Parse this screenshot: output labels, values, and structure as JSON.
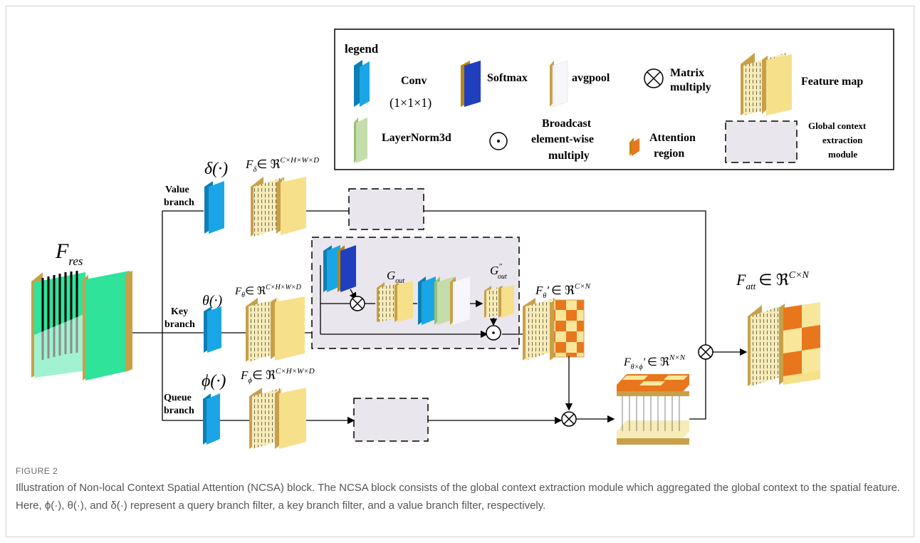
{
  "legend": {
    "title": "legend",
    "conv": "Conv",
    "conv_size": "(1×1×1)",
    "softmax": "Softmax",
    "avgpool": "avgpool",
    "matrix_multiply_1": "Matrix",
    "matrix_multiply_2": "multiply",
    "feature_map": "Feature map",
    "layernorm": "LayerNorm3d",
    "broadcast_1": "Broadcast",
    "broadcast_2": "element-wise",
    "broadcast_3": "multiply",
    "attention_1": "Attention",
    "attention_2": "region",
    "gce_1": "Global context",
    "gce_2": "extraction",
    "gce_3": "module"
  },
  "labels": {
    "f_res": "F",
    "f_res_sub": "res",
    "value_branch_1": "Value",
    "value_branch_2": "branch",
    "key_branch_1": "Key",
    "key_branch_2": "branch",
    "queue_branch_1": "Queue",
    "queue_branch_2": "branch",
    "delta": "δ(·)",
    "theta": "θ(·)",
    "phi": "ϕ(·)",
    "f_delta": "F",
    "f_delta_sub": "δ",
    "f_theta": "F",
    "f_theta_sub": "θ",
    "f_phi": "F",
    "f_phi_sub": "ϕ",
    "in_set": "∈ ℜ",
    "dims_chwd": "C×H×W×D",
    "g_out": "G",
    "g_out_sub": "out",
    "g_out2_sup": "\"",
    "f_theta_prime": "F",
    "f_theta_prime_sub": "θ",
    "prime": "'",
    "dims_cn": "C×N",
    "f_theta_phi": "F",
    "f_theta_phi_sub": "θ×ϕ",
    "dims_nn": "N×N",
    "f_att": "F",
    "f_att_sub": "att"
  },
  "caption": {
    "label": "FIGURE 2",
    "text": "Illustration of Non-local Context Spatial Attention (NCSA) block. The NCSA block consists of the global context extraction module which aggregated the global context to the spatial feature. Here, ϕ(·), θ(·), and δ(·) represent a query branch filter, a key branch filter, and a value branch filter, respectively."
  },
  "colors": {
    "conv": "#1aa6e6",
    "softmax": "#1f3fbf",
    "avgpool_face": "#f6f6fb",
    "feature_face": "#f7e08a",
    "feature_side": "#c8a04a",
    "layernorm": "#c5ddaa",
    "attention": "#e8761c",
    "module_bg": "#e9e6ee",
    "fres_face": "#2fe39a"
  }
}
